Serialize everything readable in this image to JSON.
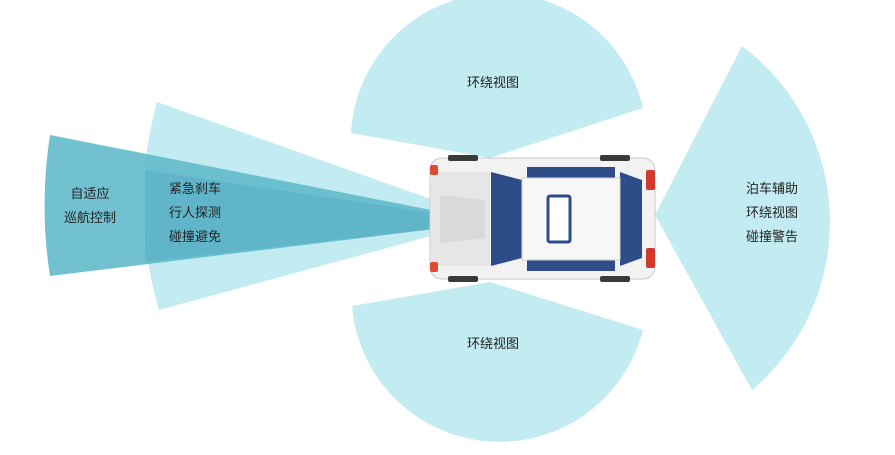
{
  "colors": {
    "light_cyan": "#bfeaf0",
    "teal": "#6fbccb",
    "teal_dark": "#4aa9bc",
    "car_body": "#f4f4f4",
    "car_glass": "#2b4a86",
    "car_red": "#d63b2f"
  },
  "zones": {
    "acc": [
      "自适应",
      "巡航控制"
    ],
    "front": [
      "紧急刹车",
      "行人探测",
      "碰撞避免"
    ],
    "top": "环绕视图",
    "bottom": "环绕视图",
    "rear": [
      "泊车辅助",
      "环绕视图",
      "碰撞警告"
    ]
  }
}
